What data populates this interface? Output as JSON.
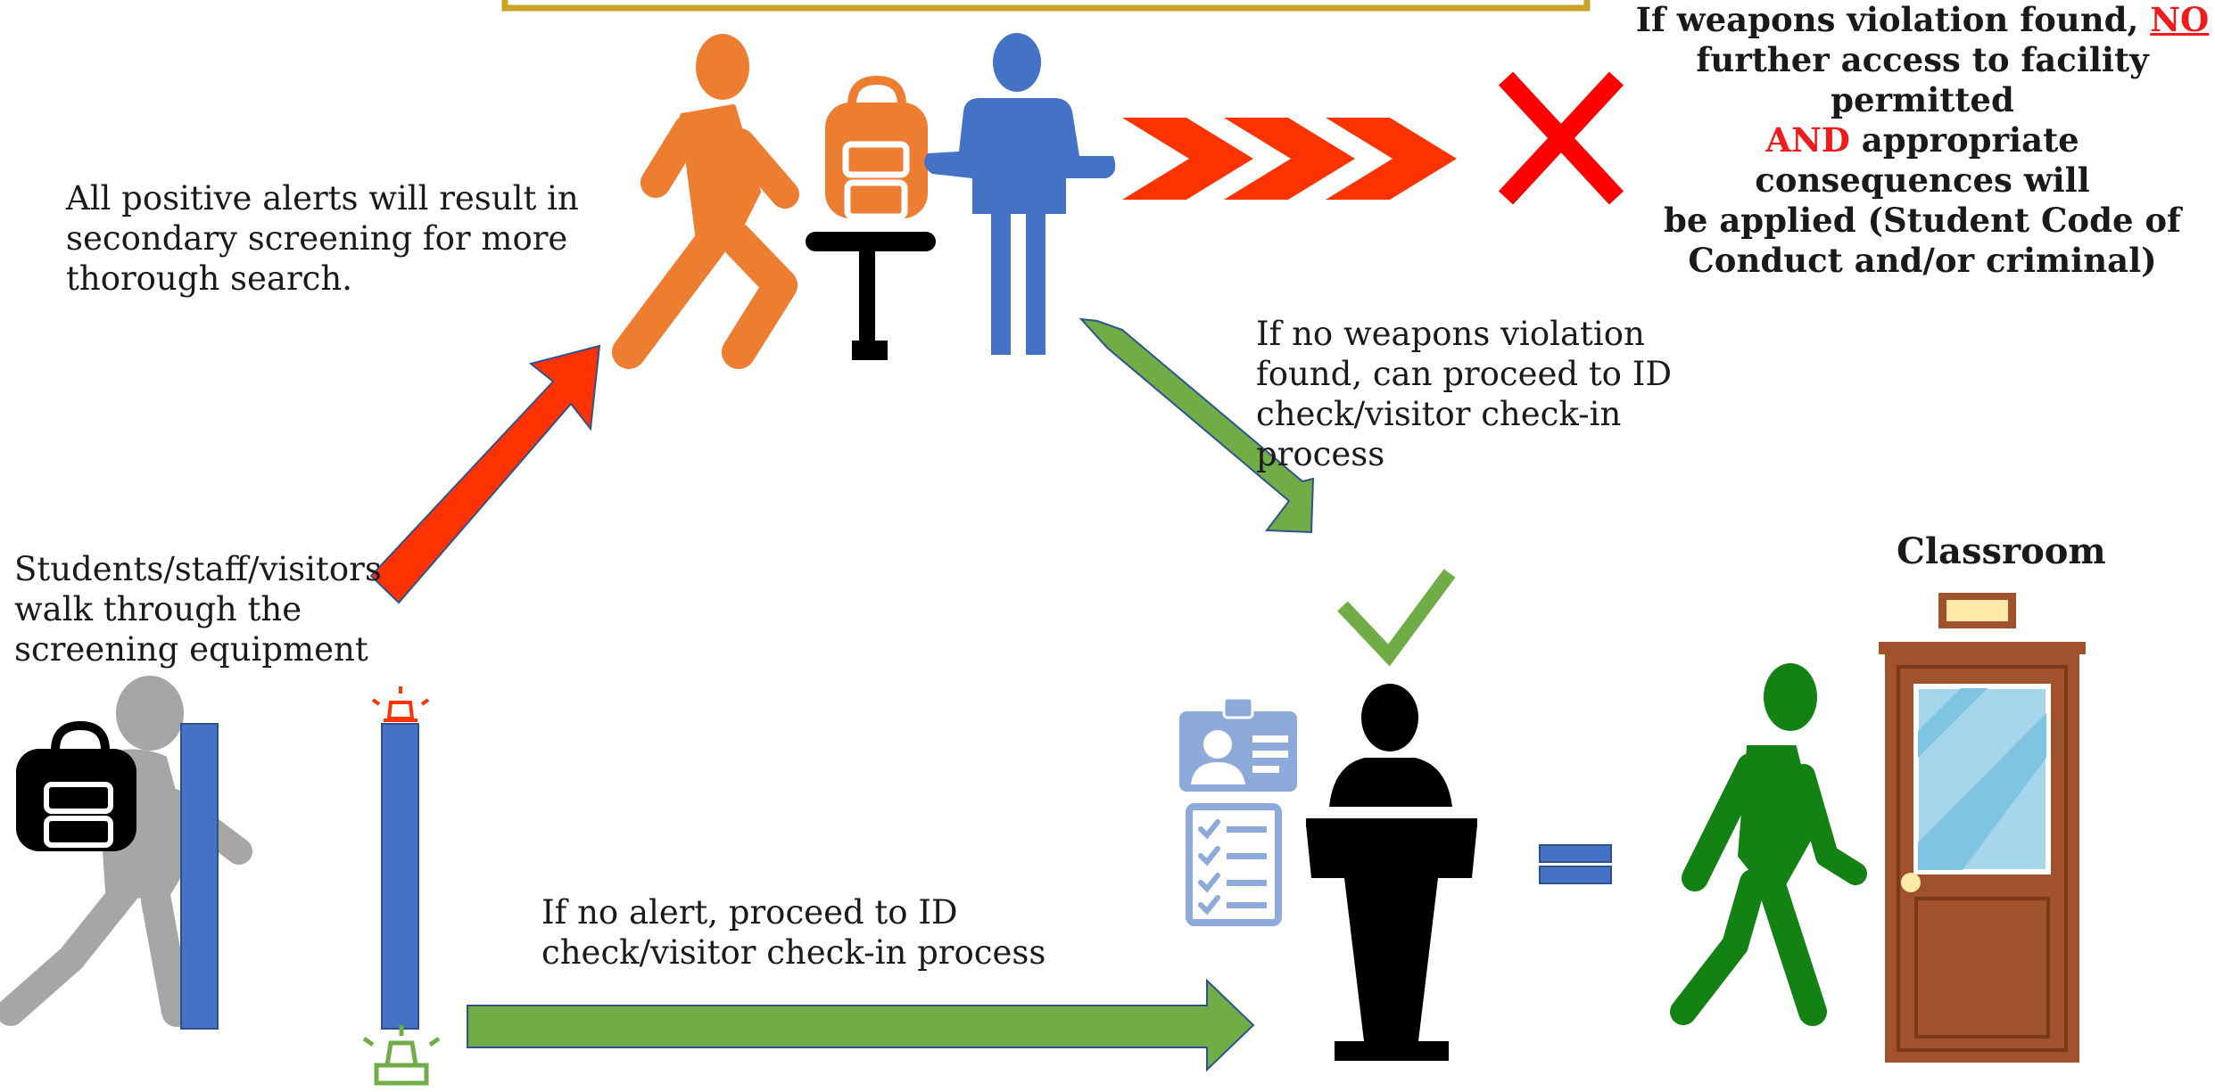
{
  "text": {
    "positive_alerts": "All positive alerts will result in secondary screening for more thorough search.",
    "walk_through": "Students/staff/visitors walk through the screening equipment",
    "no_violation": "If no weapons violation found, can proceed to ID check/visitor check-in process",
    "no_alert": "If no alert, proceed to ID check/visitor check-in process",
    "classroom": "Classroom",
    "violation": {
      "line1_prefix": "If weapons violation found, ",
      "line1_emph": "NO",
      "line2": "further access to facility permitted",
      "line3_emph": "AND",
      "line3_rest": " appropriate consequences will",
      "line4": "be applied (Student Code of",
      "line5": "Conduct and/or criminal)"
    }
  },
  "colors": {
    "orange_person": "#ed7d31",
    "blue_person": "#4472c4",
    "red_arrow": "#ff3300",
    "green_arrow": "#70ad47",
    "red_x": "#ff0000",
    "green_check": "#70ad47",
    "green_walker": "#138113",
    "gray_person": "#a6a6a6",
    "door": "#a0522d",
    "id_icons": "#8eaadb",
    "frame_gold": "#c9a227"
  },
  "icons": [
    "orange-walking-person-icon",
    "backpack-icon",
    "table-icon",
    "security-officer-icon",
    "chevron-arrows-icon",
    "x-mark-icon",
    "gray-walking-person-icon",
    "metal-detector-pillar-icon",
    "red-alarm-light-icon",
    "green-alarm-light-icon",
    "id-badge-icon",
    "checklist-icon",
    "podium-person-icon",
    "checkmark-icon",
    "equals-sign-icon",
    "green-walking-person-icon",
    "classroom-door-icon"
  ]
}
